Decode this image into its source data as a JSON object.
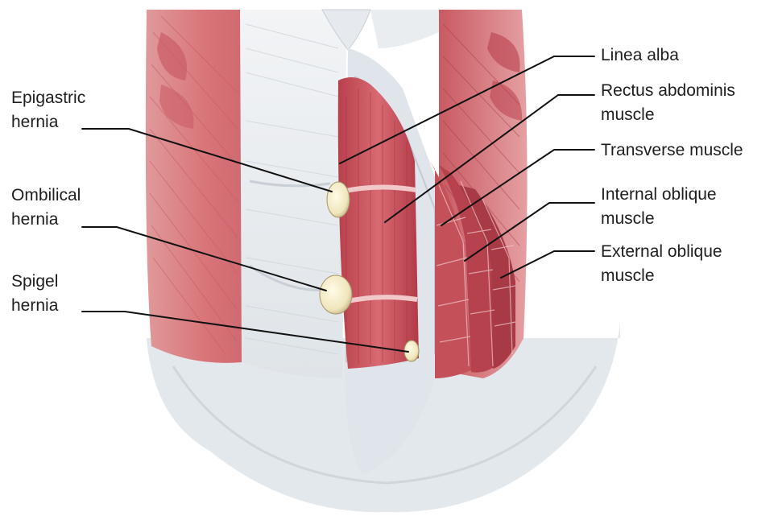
{
  "colors": {
    "muscle": "#d9767a",
    "muscle_dark": "#b8404c",
    "fascia": "#e9edef",
    "fascia_shadow": "#c8ced4",
    "hernia": "#f3ecc8",
    "leader": "#111111"
  },
  "labels": {
    "left": {
      "epigastric": {
        "line1": "Epigastric",
        "line2": "hernia"
      },
      "umbilical": {
        "line1": "Ombilical",
        "line2": "hernia"
      },
      "spigel": {
        "line1": "Spigel",
        "line2": "hernia"
      }
    },
    "right": {
      "linea_alba": {
        "line1": "Linea alba"
      },
      "rectus": {
        "line1": "Rectus abdominis",
        "line2": "muscle"
      },
      "transverse": {
        "line1": "Transverse muscle"
      },
      "internal_oblique": {
        "line1": "Internal oblique",
        "line2": "muscle"
      },
      "external_oblique": {
        "line1": "External oblique",
        "line2": "muscle"
      }
    }
  }
}
